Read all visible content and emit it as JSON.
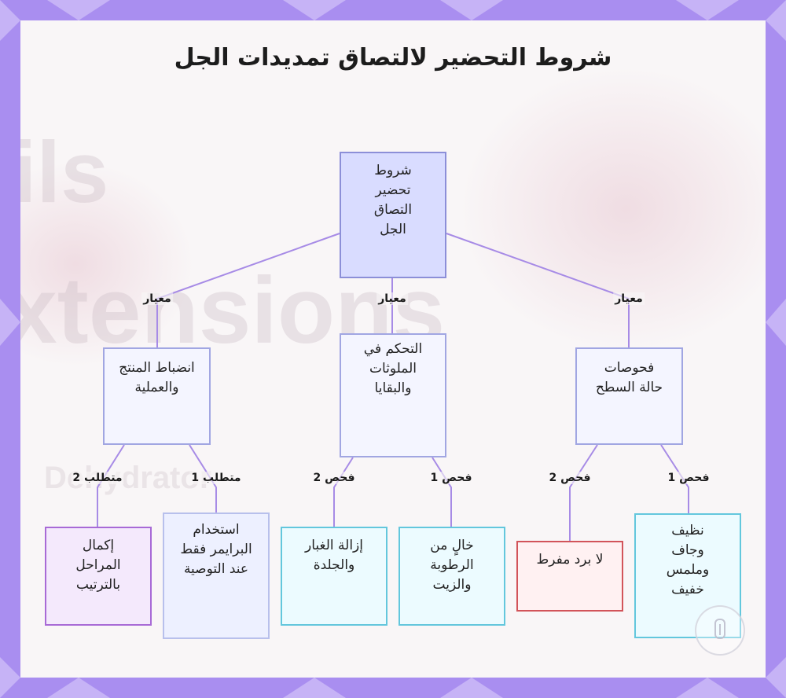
{
  "title": "شروط التحضير لالتصاق تمديدات الجل",
  "background_text": [
    "ils",
    "xtensions",
    "Dehydrator"
  ],
  "nodes": {
    "root": "شروط تحضير التصاق الجل",
    "product_control": "انضباط المنتج والعملية",
    "contaminant_control": "التحكم في الملوثات والبقايا",
    "surface_checks": "فحوصات حالة السطح",
    "complete_steps": "إكمال المراحل بالترتيب",
    "primer_use": "استخدام البرايمر فقط عند التوصية",
    "dust_removal": "إزالة الغبار والجلدة",
    "moisture_free": "خالٍ من الرطوبة والزيت",
    "no_overbuffing": "لا برد مفرط",
    "clean_dry": "نظيف وجاف وملمس خفيف"
  },
  "edge_labels": {
    "criterion": "معيار",
    "requirement_1": "متطلب 1",
    "requirement_2": "متطلب 2",
    "check_1": "فحص 1",
    "check_2": "فحص 2"
  },
  "colors": {
    "frame": "#a98ef0",
    "edge": "#a78be6",
    "root_fill": "#d9dcff",
    "alert_border": "#d2545a",
    "cyan_border": "#63c7dd"
  }
}
